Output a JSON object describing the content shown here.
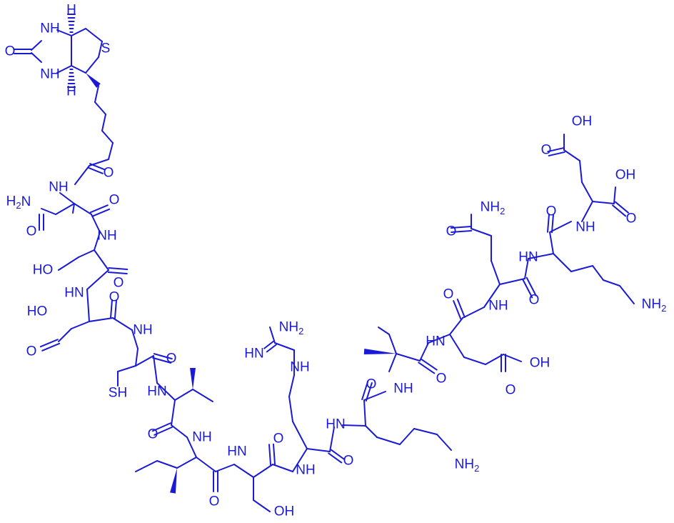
{
  "colors": {
    "ink": "#1a1ad6",
    "background": "#ffffff"
  },
  "labels": {
    "biotin_nh_top": "NH",
    "biotin_nh_bottom": "NH",
    "biotin_o": "O",
    "biotin_s": "S",
    "biotin_h_top": "H",
    "biotin_h_bottom": "H",
    "biotin_amide_o": "O",
    "asn_nh": "NH",
    "asn_h2n": "H2N",
    "asn_side_o": "O",
    "asn_o": "O",
    "ser1_nh": "NH",
    "ser1_ho": "HO",
    "ser1_o": "O",
    "asp_nh": "HN",
    "asp_ho": "HO",
    "asp_side_o": "O",
    "asp_o": "O",
    "cys_nh": "NH",
    "cys_sh": "SH",
    "cys_o": "O",
    "ile1_nh": "HN",
    "ile1_o": "O",
    "ile2_nh": "NH",
    "ile2_o": "O",
    "ser2_nh": "HN",
    "ser2_oh": "OH",
    "ser2_o": "O",
    "arg_nh": "NH",
    "arg_h2n": "NH2",
    "arg_hn": "HN",
    "arg_nh_side": "NH",
    "arg_o": "O",
    "lys1_nh": "HN",
    "lys1_nh2": "NH2",
    "lys1_o": "O",
    "ile3_nh": "NH",
    "ile3_o": "O",
    "glu1_nh": "HN",
    "glu1_oh": "OH",
    "glu1_side_o": "O",
    "glu1_o": "O",
    "gln_nh": "NH",
    "gln_nh2": "NH2",
    "gln_side_o": "O",
    "gln_o": "O",
    "lys2_nh": "HN",
    "lys2_nh2": "NH2",
    "lys2_o": "O",
    "glu2_nh": "NH",
    "glu2_oh_top": "OH",
    "glu2_side_o": "O",
    "glu2_oh": "OH",
    "glu2_o": "O"
  }
}
